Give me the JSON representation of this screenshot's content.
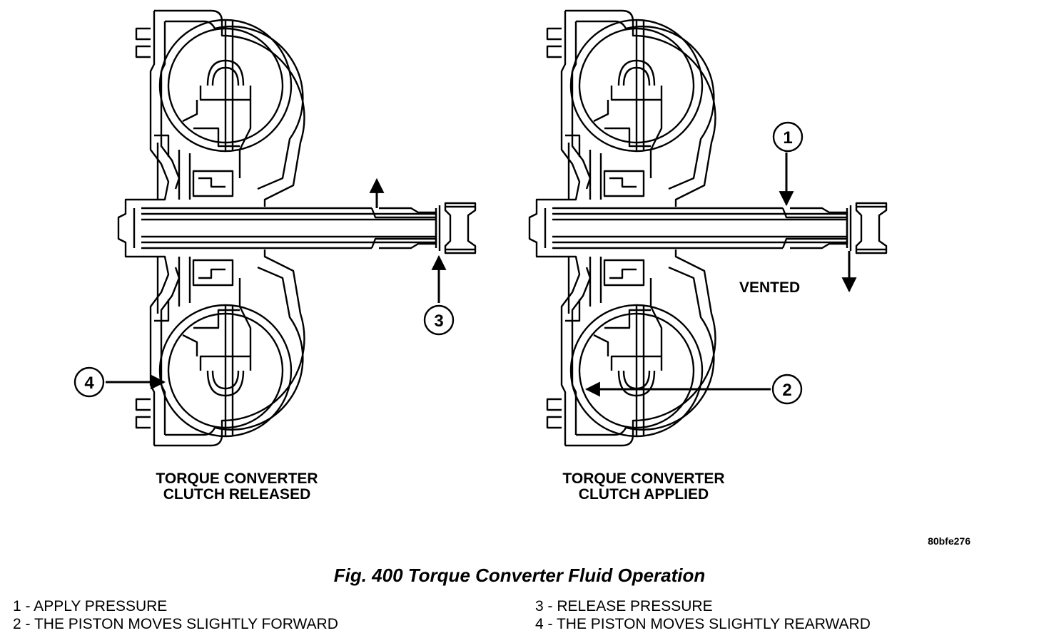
{
  "diagrams": [
    {
      "title_line1": "TORQUE CONVERTER",
      "title_line2": "CLUTCH RELEASED",
      "callouts": [
        "3",
        "4"
      ]
    },
    {
      "title_line1": "TORQUE CONVERTER",
      "title_line2": "CLUTCH APPLIED",
      "callouts": [
        "1",
        "2"
      ],
      "note": "VENTED"
    }
  ],
  "reference_code": "80bfe276",
  "caption": "Fig. 400 Torque Converter Fluid Operation",
  "legend": {
    "item1": "1 - APPLY PRESSURE",
    "item2": "2 - THE PISTON MOVES SLIGHTLY FORWARD",
    "item3": "3 - RELEASE PRESSURE",
    "item4": "4 - THE PISTON MOVES SLIGHTLY REARWARD"
  }
}
